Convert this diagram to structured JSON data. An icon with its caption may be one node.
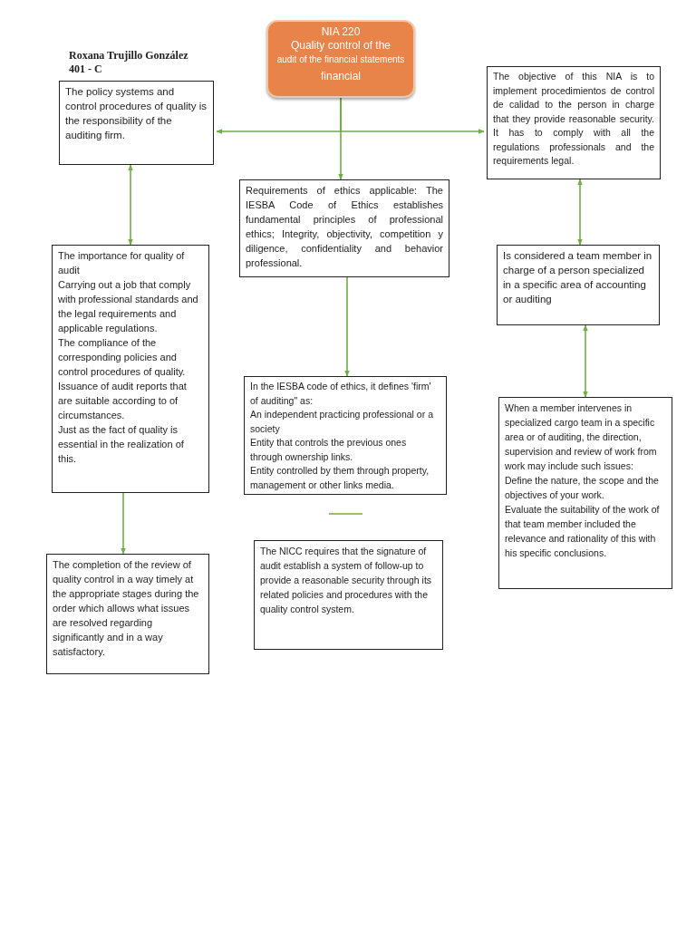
{
  "diagram": {
    "nodes": [
      {
        "text": [
          "NIA 220",
          "Quality control of the",
          "audit of the financial statements",
          "financial"
        ]
      },
      {
        "text": [
          "The policy systems and control procedures of quality is the responsibility of the auditing firm."
        ]
      },
      {
        "text": [
          "The objective of this NIA is to implement procedimientos de control de calidad to the person in charge that they provide reasonable security. It has to comply with all the regulations professionals and the requirements legal."
        ]
      },
      {
        "text": [
          "Requirements of ethics applicable: The IESBA Code of Ethics establishes fundamental principles of professional ethics; Integrity, objectivity, competition y diligence, confidentiality and behavior professional."
        ]
      },
      {
        "text": [
          "The importance for quality of audit",
          "Carrying out a job that comply with professional standards and the legal requirements and applicable regulations.",
          "The compliance of the corresponding policies and control procedures of quality.",
          "Issuance of audit reports that are suitable according to of circumstances.",
          "Just as the fact of quality is essential in the realization of this."
        ]
      },
      {
        "text": [
          "Is considered a team member in charge of a person specialized in a specific area of accounting or auditing"
        ]
      },
      {
        "text": [
          "In the IESBA code of ethics, it defines 'firm' of auditing\" as:",
          "An independent practicing professional or a society",
          "Entity that controls the previous ones through ownership links.",
          "Entity controlled by them through property, management or other links media."
        ]
      },
      {
        "text": [
          "When a member intervenes in specialized cargo team in a specific area or of auditing, the direction, supervision and review of work from work may include such issues:",
          "Define the nature, the scope and the objectives of your work.",
          "Evaluate the suitability of the work of that team member included the relevance and rationality of this with his specific conclusions."
        ]
      },
      {
        "text": [
          "The completion of the review of quality control in a way timely at the appropriate stages during the order which allows what issues are resolved regarding significantly and in a way satisfactory."
        ]
      },
      {
        "text": [
          "The NICC requires that the signature of audit establish a system of follow-up to provide a reasonable security through its related policies and procedures with the quality control system."
        ]
      }
    ],
    "edges": [
      {
        "from": 0,
        "to": 1,
        "arrow": "to"
      },
      {
        "from": 0,
        "to": 2,
        "arrow": "to"
      },
      {
        "from": 0,
        "to": 3,
        "arrow": "to"
      },
      {
        "from": 1,
        "to": 4,
        "arrow": "both"
      },
      {
        "from": 4,
        "to": 8,
        "arrow": "to"
      },
      {
        "from": 3,
        "to": 6,
        "arrow": "to"
      },
      {
        "from": 2,
        "to": 5,
        "arrow": "both"
      },
      {
        "from": 5,
        "to": 7,
        "arrow": "both"
      }
    ],
    "labels": [
      "Roxana Trujillo González",
      "401 - C"
    ]
  }
}
